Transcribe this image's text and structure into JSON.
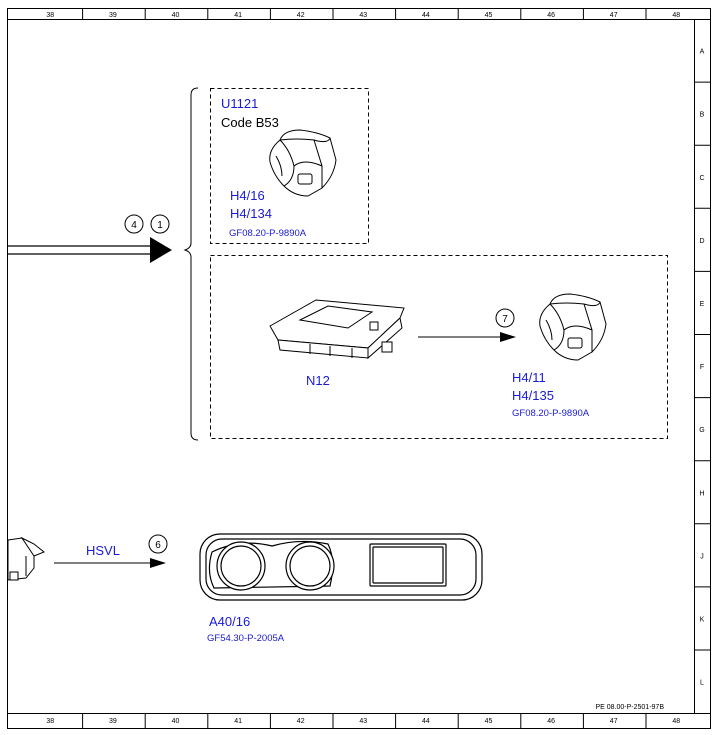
{
  "grid": {
    "columns": [
      "38",
      "39",
      "40",
      "41",
      "42",
      "43",
      "44",
      "45",
      "46",
      "47",
      "48"
    ],
    "rows": [
      "A",
      "B",
      "C",
      "D",
      "E",
      "F",
      "G",
      "H",
      "J",
      "K",
      "L"
    ]
  },
  "footer_ref": "PE 08.00-P-2501-97B",
  "box_top": {
    "code1": "U1121",
    "code2": "Code B53",
    "label1": "H4/16",
    "label2": "H4/134",
    "ref": "GF08.20-P-9890A"
  },
  "box_bottom": {
    "module": "N12",
    "label1": "H4/11",
    "label2": "H4/135",
    "ref": "GF08.20-P-9890A",
    "circle": "7"
  },
  "input_arrow": {
    "circle_a": "4",
    "circle_b": "1"
  },
  "bottom": {
    "signal": "HSVL",
    "circle": "6",
    "label": "A40/16",
    "ref": "GF54.30-P-2005A"
  },
  "colors": {
    "line": "#000000",
    "label_blue": "#1a1ad4"
  }
}
